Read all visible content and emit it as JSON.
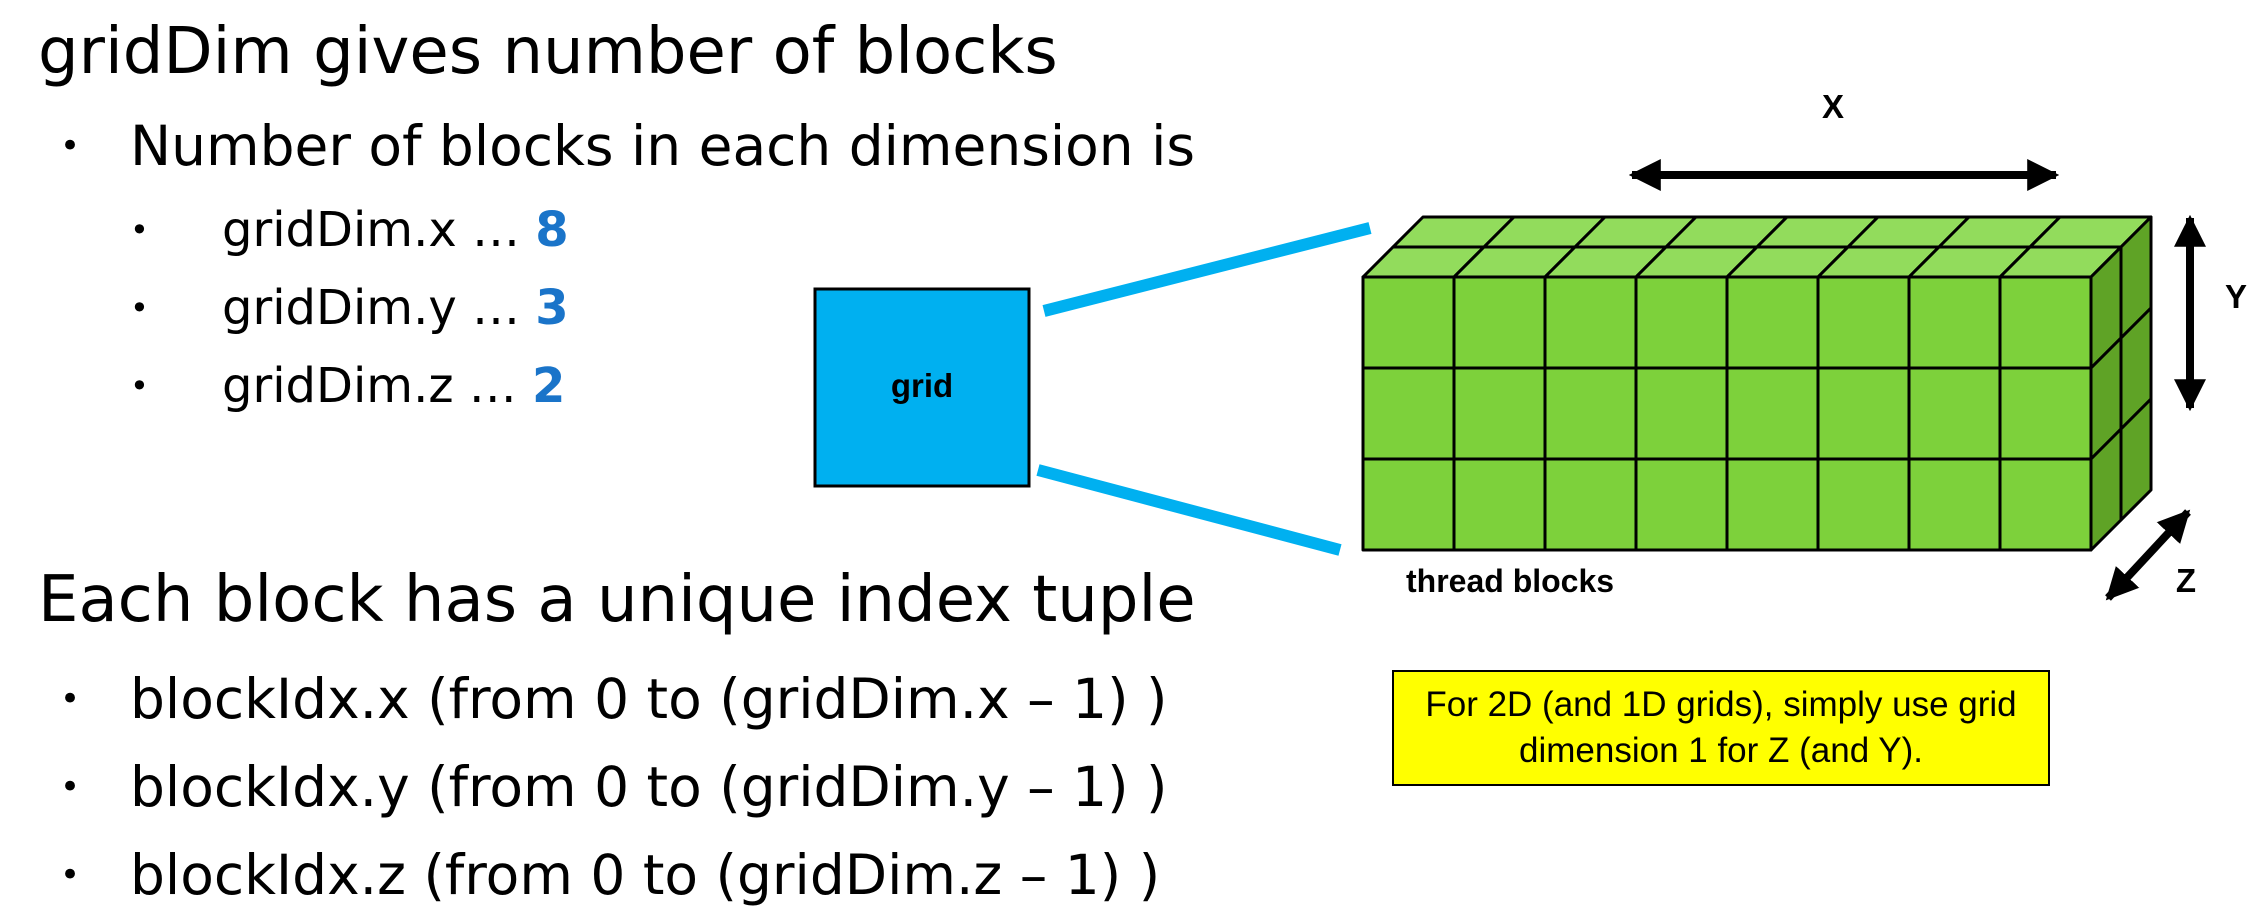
{
  "section_grid": {
    "heading": "gridDim gives number of blocks",
    "bullet": "Number of blocks in each dimension is",
    "dimensions": [
      {
        "label": "gridDim.x …",
        "value": "8"
      },
      {
        "label": "gridDim.y …",
        "value": "3"
      },
      {
        "label": "gridDim.z …",
        "value": "2"
      }
    ]
  },
  "section_index": {
    "heading": "Each block has a unique index tuple",
    "bullets": [
      "blockIdx.x (from 0 to (gridDim.x – 1) )",
      "blockIdx.y (from 0 to (gridDim.y – 1) )",
      "blockIdx.z (from 0 to (gridDim.z – 1) )"
    ]
  },
  "diagram": {
    "grid_label": "grid",
    "blocks_label": "thread blocks",
    "axis_x": "X",
    "axis_y": "Y",
    "axis_z": "Z",
    "note": "For 2D (and 1D grids), simply use grid dimension 1 for Z (and Y).",
    "cols": 8,
    "rows": 3,
    "layers": 2,
    "colors": {
      "grid_box": "#00b0f0",
      "connector": "#00b0f0",
      "block_front": "#7dd13b",
      "block_top": "#92dc5c",
      "block_side": "#5fa326",
      "note_background": "#ffff00"
    }
  }
}
